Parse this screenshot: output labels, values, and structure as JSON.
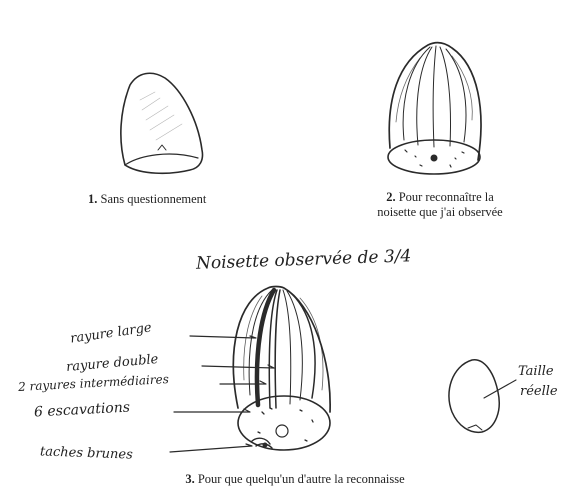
{
  "figures": [
    {
      "number": "1.",
      "caption": "Sans questionnement"
    },
    {
      "number": "2.",
      "caption_line1": "Pour reconnaître la",
      "caption_line2": "noisette que j'ai observée"
    },
    {
      "number": "3.",
      "caption": "Pour que quelqu'un d'autre la reconnaisse"
    }
  ],
  "handwritten": {
    "heading": "Noisette observée de 3/4",
    "labels": {
      "rayure_large": "rayure large",
      "rayure_double": "rayure double",
      "rayures_intermediaires": "2 rayures intermédiaires",
      "escavations": "6 escavations",
      "taches_brunes": "taches brunes",
      "taille_reelle_1": "Taille",
      "taille_reelle_2": "réelle"
    }
  }
}
